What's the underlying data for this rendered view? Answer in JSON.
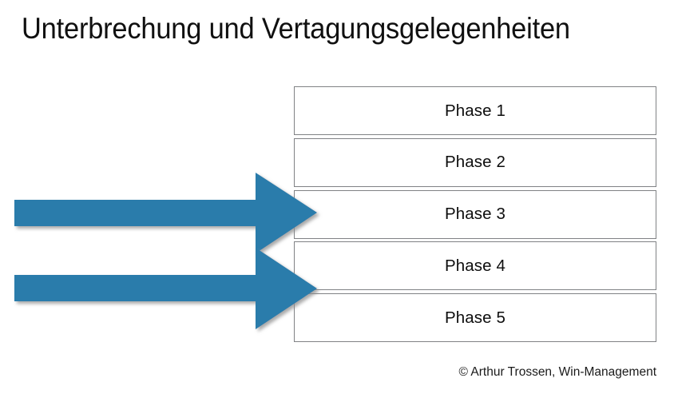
{
  "slide": {
    "title": "Unterbrechung und Vertagungsgelegenheiten",
    "background_color": "#FFFFFF",
    "footer_credit": "© Arthur Trossen, Win-Management"
  },
  "phase_table": {
    "rows": [
      {
        "label": "Phase 1"
      },
      {
        "label": "Phase 2"
      },
      {
        "label": "Phase 3"
      },
      {
        "label": "Phase 4"
      },
      {
        "label": "Phase 5"
      }
    ],
    "border_color": "#808285",
    "text_color": "#0D0D0D"
  },
  "arrows": {
    "color": "#2B7BAB",
    "shadow_color": "#9E9E9E",
    "items": [
      {
        "name": "arrow-to-phase-3",
        "points_at": "Phase 3"
      },
      {
        "name": "arrow-to-phase-4",
        "points_at": "Phase 4"
      }
    ]
  }
}
